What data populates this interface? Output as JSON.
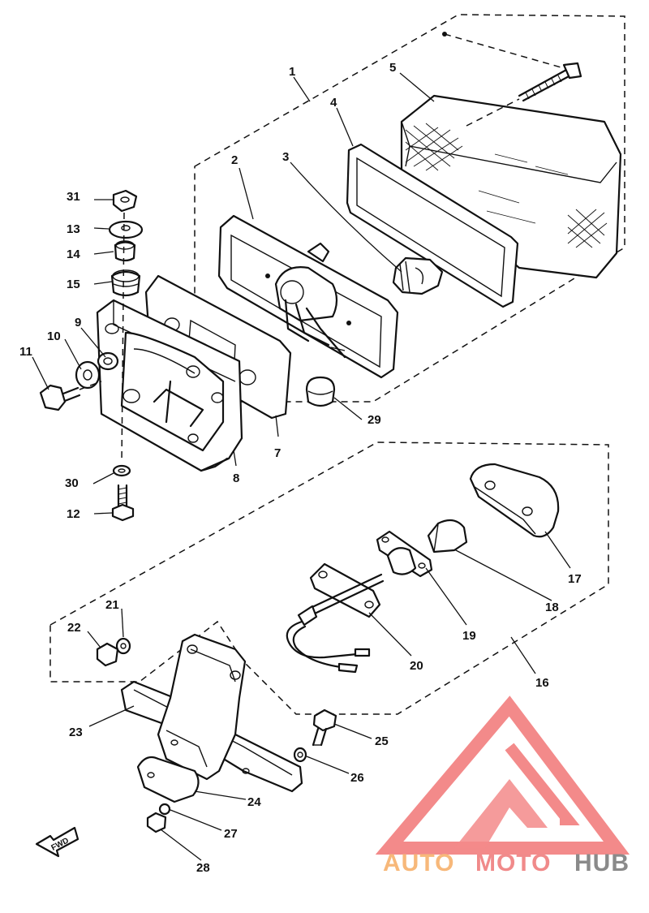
{
  "diagram": {
    "part_numbers": [
      "1",
      "2",
      "3",
      "4",
      "5",
      "7",
      "8",
      "9",
      "10",
      "11",
      "12",
      "13",
      "14",
      "15",
      "16",
      "17",
      "18",
      "19",
      "20",
      "21",
      "22",
      "23",
      "24",
      "25",
      "26",
      "27",
      "28",
      "29",
      "30",
      "31"
    ],
    "fwd_label": "FWD"
  },
  "watermark": {
    "brand_part1": "AUTO",
    "brand_part2": "MOTO",
    "brand_part3": "HUB",
    "colors": {
      "auto": "#f7b87a",
      "moto": "#f08a8a",
      "hub": "#8a8a8a",
      "triangle": "#f27f7f"
    }
  }
}
